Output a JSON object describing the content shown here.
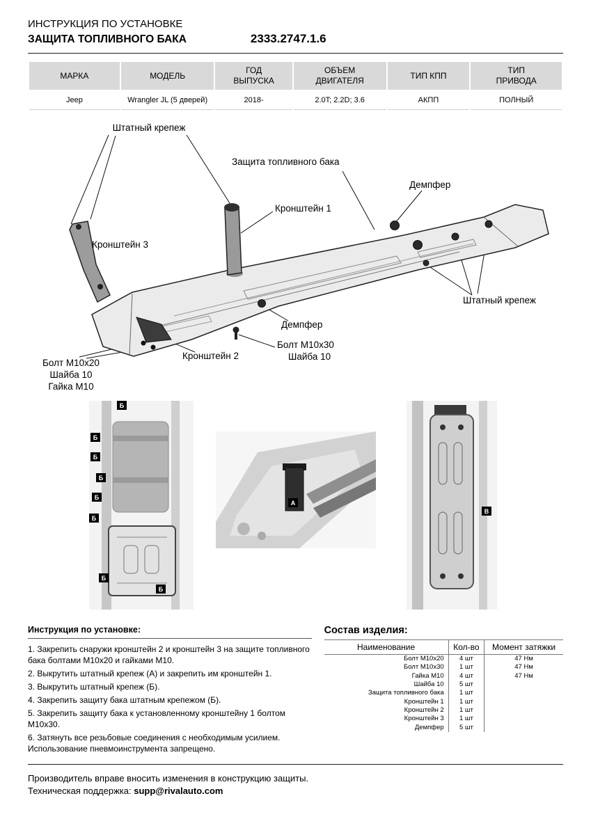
{
  "header": {
    "subtitle": "ИНСТРУКЦИЯ ПО УСТАНОВКЕ",
    "title": "ЗАЩИТА ТОПЛИВНОГО БАКА",
    "part_number": "2333.2747.1.6"
  },
  "vehicle": {
    "headers": [
      "МАРКА",
      "МОДЕЛЬ",
      "ГОД\nВЫПУСКА",
      "ОБЪЕМ\nДВИГАТЕЛЯ",
      "ТИП КПП",
      "ТИП\nПРИВОДА"
    ],
    "row": [
      "Jeep",
      "Wrangler JL (5 дверей)",
      "2018-",
      "2.0T; 2.2D; 3.6",
      "АКПП",
      "ПОЛНЫЙ"
    ]
  },
  "diagram": {
    "labels": {
      "fastener_top": "Штатный крепеж",
      "guard": "Защита топливного бака",
      "damper_top": "Демпфер",
      "bracket1": "Кронштейн 1",
      "bracket3": "Кронштейн 3",
      "fastener_right": "Штатный крепеж",
      "damper_bottom": "Демпфер",
      "bracket2": "Кронштейн 2",
      "bolt_m10x30": "Болт М10х30",
      "washer10_b": "Шайба 10",
      "bolt_m10x20": "Болт М10х20",
      "washer10_a": "Шайба 10",
      "nut_m10": "Гайка М10"
    }
  },
  "photos": {
    "marker_a": "А",
    "marker_b": "Б",
    "marker_v": "В"
  },
  "instructions": {
    "title": "Инструкция по установке:",
    "steps": [
      "1. Закрепить снаружи кронштейн 2 и кронштейн 3 на защите топливного бака болтами М10х20 и гайками М10.",
      "2. Выкрутить штатный крепеж (А) и закрепить им кронштейн 1.",
      "3. Выкрутить штатный крепеж (Б).",
      "4. Закрепить защиту бака штатным крепежом (Б).",
      "5. Закрепить защиту бака к установленному кронштейну 1 болтом М10х30.",
      "6. Затянуть все резьбовые соединения с необходимым усилием. Использование пневмоинструмента запрещено."
    ]
  },
  "parts": {
    "title": "Состав изделия:",
    "headers": [
      "Наименование",
      "Кол-во",
      "Момент затяжки"
    ],
    "rows": [
      [
        "Болт М10х20",
        "4 шт",
        "47 Нм"
      ],
      [
        "Болт М10х30",
        "1 шт",
        "47 Нм"
      ],
      [
        "Гайка М10",
        "4 шт",
        "47 Нм"
      ],
      [
        "Шайба 10",
        "5 шт",
        ""
      ],
      [
        "Защита топливного бака",
        "1 шт",
        ""
      ],
      [
        "Кронштейн 1",
        "1 шт",
        ""
      ],
      [
        "Кронштейн 2",
        "1 шт",
        ""
      ],
      [
        "Кронштейн 3",
        "1 шт",
        ""
      ],
      [
        "Демпфер",
        "5 шт",
        ""
      ]
    ]
  },
  "footer": {
    "note": "Производитель вправе вносить изменения в конструкцию защиты.",
    "support_label": "Техническая поддержка:",
    "support_email": "supp@rivalauto.com"
  }
}
